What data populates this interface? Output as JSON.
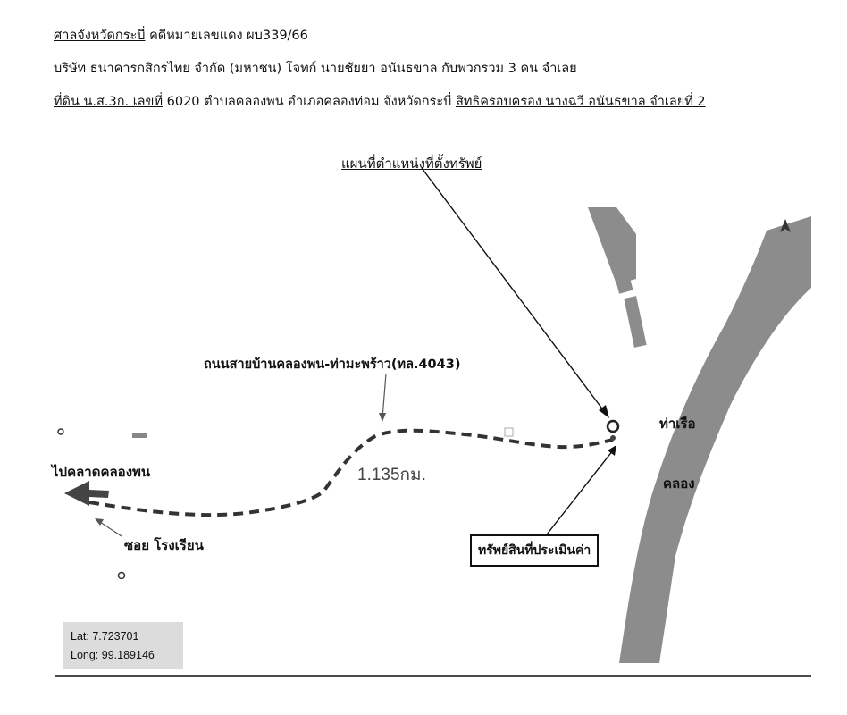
{
  "header": {
    "line1": {
      "court": "ศาลจังหวัดกระบี่",
      "case": " คดีหมายเลขแดง ผบ339/66"
    },
    "line2": "บริษัท ธนาคารกสิกรไทย จำกัด (มหาชน) โจทก์  นายชัยยา อนันธขาล กับพวกรวม 3 คน จำเลย",
    "line3": {
      "land_label": "ที่ดิน น.ส.3ก. เลขที่",
      "land_detail": " 6020 ตำบลคลองพน อำเภอคลองท่อม จังหวัดกระบี่ ",
      "owner": "สิทธิครอบครอง นางฉวี อนันธขาล จำเลยที่ 2"
    }
  },
  "map": {
    "title": "แผนที่ตำแหน่งที่ตั้งทรัพย์",
    "road_name": "ถนนสายบ้านคลองพน-ท่ามะพร้าว(ทล.4043)",
    "distance": "1.135กม.",
    "to_market": "ไปคลาดคลองพน",
    "soi": "ซอย โรงเรียน",
    "pier": "ท่าเรือ",
    "canal": "คลอง",
    "property_label": "ทรัพย์สินที่ประเมินค่า",
    "coords": {
      "lat": "Lat: 7.723701",
      "long": "Long: 99.189146"
    },
    "colors": {
      "water": "#8c8c8c",
      "coord_box": "#dcdcdc",
      "road": "#333333"
    }
  }
}
